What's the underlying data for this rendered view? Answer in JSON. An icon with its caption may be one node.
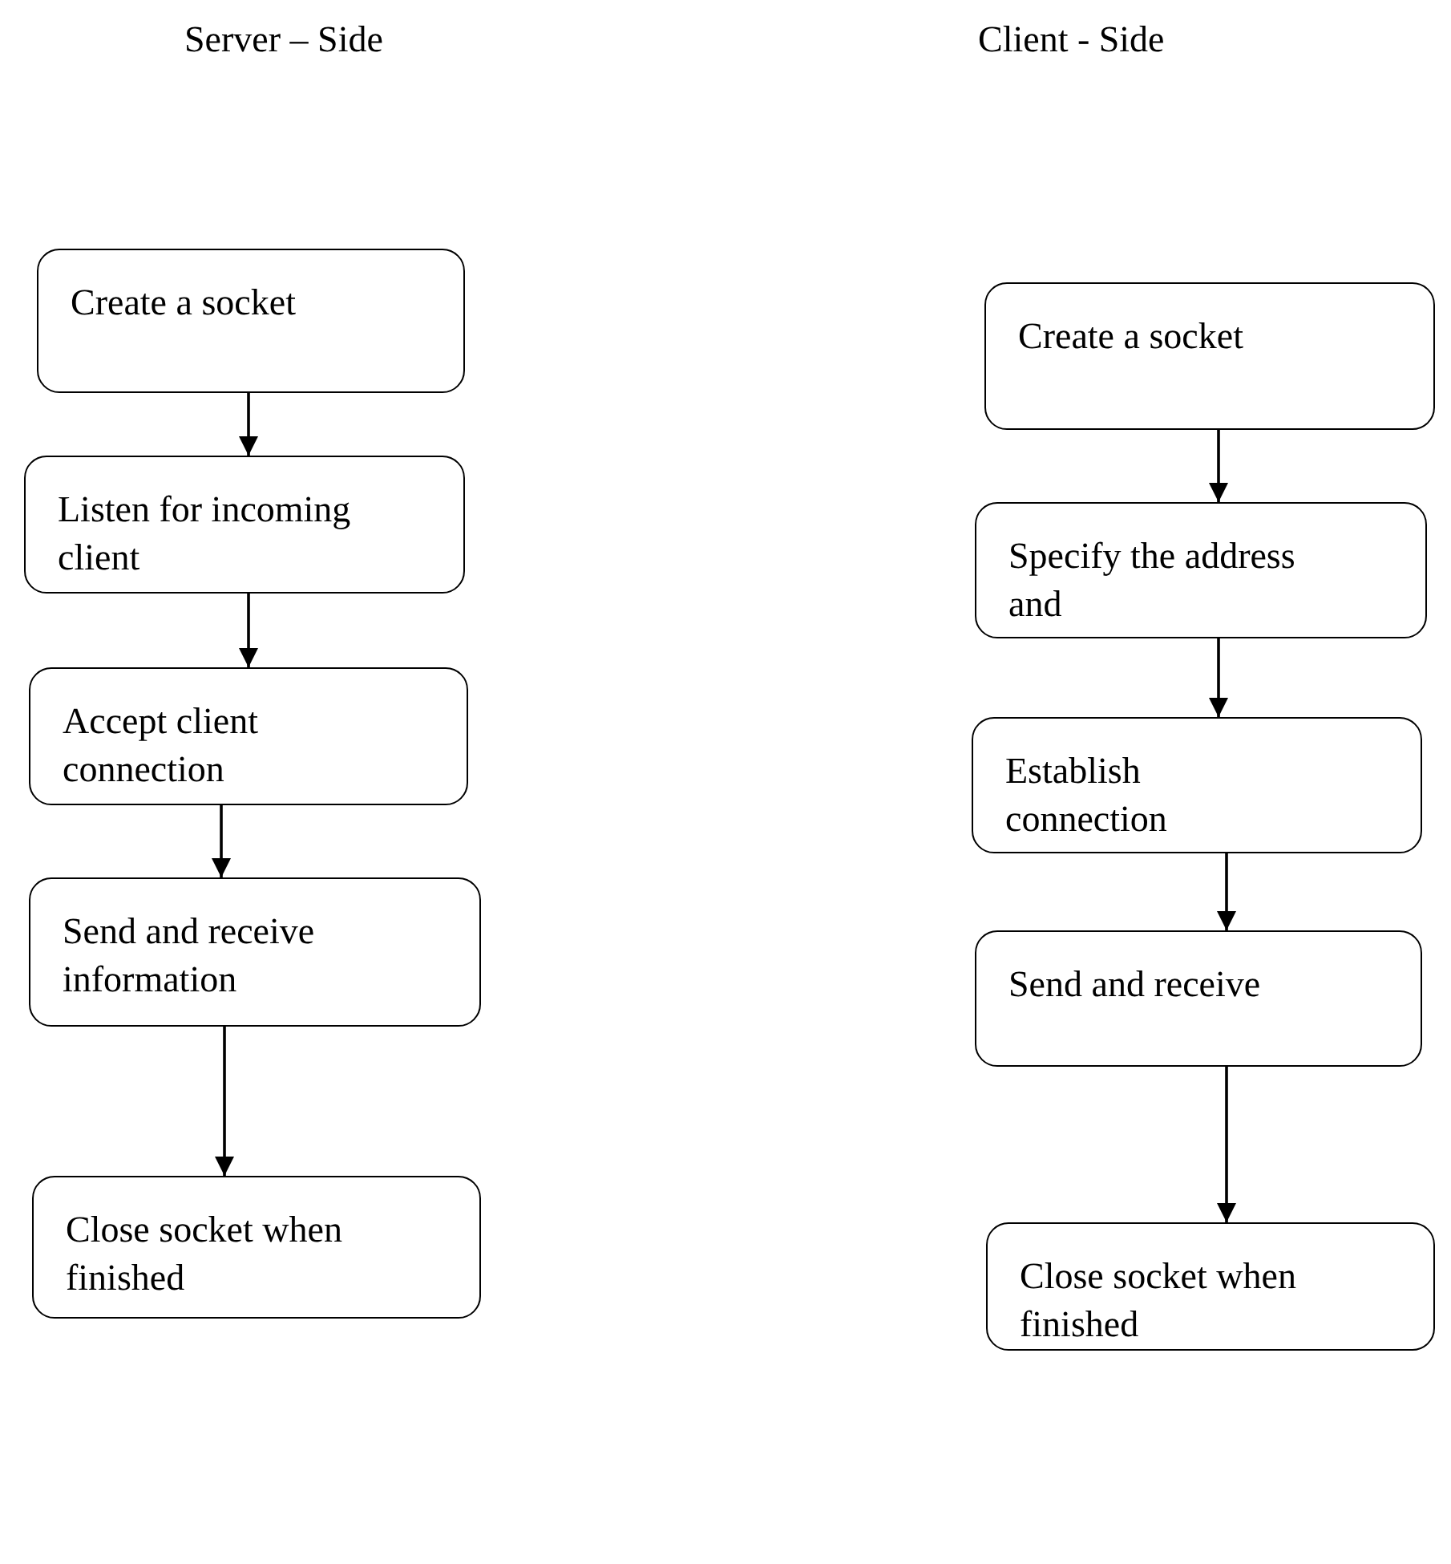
{
  "diagram": {
    "nodes": [
      {
        "text": [
          "Create a socket"
        ]
      },
      {
        "text": [
          "Listen for incoming client"
        ]
      },
      {
        "text": [
          "Accept client connection"
        ]
      },
      {
        "text": [
          "Send and receive information"
        ]
      },
      {
        "text": [
          "Close socket when finished"
        ]
      },
      {
        "text": [
          "Create a socket"
        ]
      },
      {
        "text": [
          "Specify the address and"
        ]
      },
      {
        "text": [
          "Establish connection"
        ]
      },
      {
        "text": [
          "Send and receive"
        ]
      },
      {
        "text": [
          "Close socket when finished"
        ]
      }
    ],
    "edges": [
      {
        "from": 0,
        "to": 1,
        "arrow": "to"
      },
      {
        "from": 1,
        "to": 2,
        "arrow": "to"
      },
      {
        "from": 2,
        "to": 3,
        "arrow": "to"
      },
      {
        "from": 3,
        "to": 4,
        "arrow": "to"
      },
      {
        "from": 5,
        "to": 6,
        "arrow": "to"
      },
      {
        "from": 6,
        "to": 7,
        "arrow": "to"
      },
      {
        "from": 7,
        "to": 8,
        "arrow": "to"
      },
      {
        "from": 8,
        "to": 9,
        "arrow": "to"
      }
    ],
    "labels": [
      "Server – Side",
      "Client - Side"
    ]
  }
}
